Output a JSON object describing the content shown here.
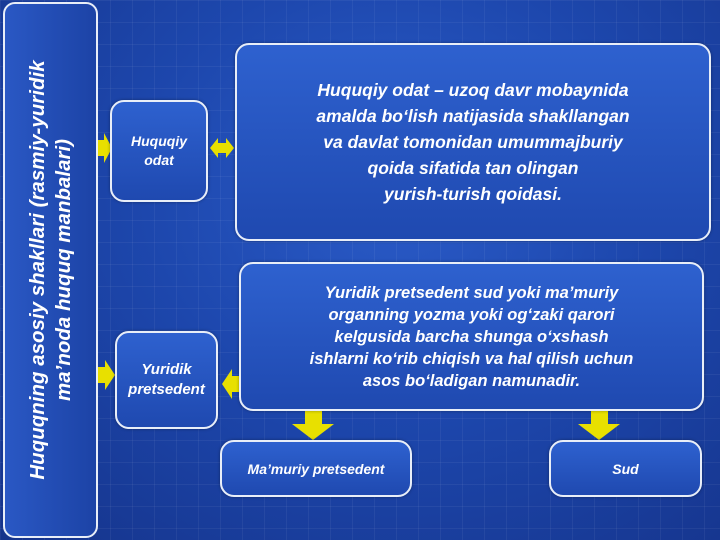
{
  "colors": {
    "background": "#1d47ad",
    "box_fill": "#2553be",
    "box_border": "#e8eef8",
    "arrow": "#e8e000"
  },
  "side_title": {
    "line1": "Huquqning asosiy shakllari (rasmiy-yuridik",
    "line2": "ma’noda huquq manbalari)"
  },
  "odat": {
    "label_line1": "Huquqiy",
    "label_line2": "odat",
    "definition": [
      "Huquqiy odat – uzoq davr mobaynida",
      "amalda bo‘lish natijasida shakllangan",
      "va davlat tomonidan umummajburiy",
      "qoida  sifatida tan olingan",
      "yurish-turish qoidasi."
    ]
  },
  "pretsedent": {
    "label_line1": "Yuridik",
    "label_line2": "pretsedent",
    "definition": [
      "Yuridik pretsedent sud yoki ma’muriy",
      "organning yozma yoki og‘zaki qarori",
      "kelgusida barcha shunga o‘xshash",
      "ishlarni ko‘rib chiqish va hal qilish uchun",
      "asos bo‘ladigan namunadir."
    ]
  },
  "children": {
    "left": "Ma’muriy pretsedent",
    "right": "Sud"
  },
  "icons": [
    "double-arrow-icon",
    "arrow-left-icon",
    "arrow-down-icon"
  ]
}
